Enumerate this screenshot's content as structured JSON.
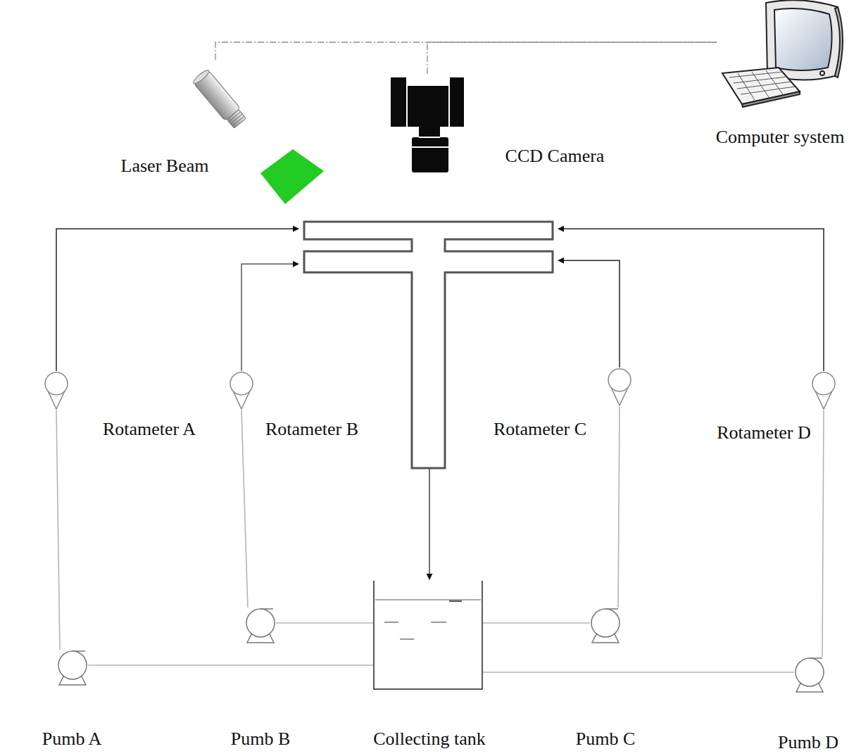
{
  "diagram": {
    "nodes": [
      {
        "text": [
          "Laser Beam"
        ]
      },
      {
        "text": [
          "CCD Camera"
        ]
      },
      {
        "text": [
          "Computer system"
        ]
      },
      {
        "text": [
          "Rotameter A"
        ]
      },
      {
        "text": [
          "Rotameter B"
        ]
      },
      {
        "text": [
          "Rotameter C"
        ]
      },
      {
        "text": [
          "Rotameter D"
        ]
      },
      {
        "text": [
          "Pumb A"
        ]
      },
      {
        "text": [
          "Pumb B"
        ]
      },
      {
        "text": [
          "Collecting tank"
        ]
      },
      {
        "text": [
          "Pumb C"
        ]
      },
      {
        "text": [
          "Pumb D"
        ]
      }
    ],
    "edges": [
      {
        "from": 0,
        "to": 2,
        "arrow": "none"
      },
      {
        "from": 1,
        "to": 2,
        "arrow": "none"
      },
      {
        "from": 7,
        "to": 3,
        "arrow": "none"
      },
      {
        "from": 8,
        "to": 4,
        "arrow": "none"
      },
      {
        "from": 10,
        "to": 5,
        "arrow": "none"
      },
      {
        "from": 11,
        "to": 6,
        "arrow": "none"
      },
      {
        "from": 9,
        "to": 7,
        "arrow": "none"
      },
      {
        "from": 9,
        "to": 8,
        "arrow": "none"
      },
      {
        "from": 9,
        "to": 10,
        "arrow": "none"
      },
      {
        "from": 9,
        "to": 11,
        "arrow": "none"
      }
    ]
  }
}
